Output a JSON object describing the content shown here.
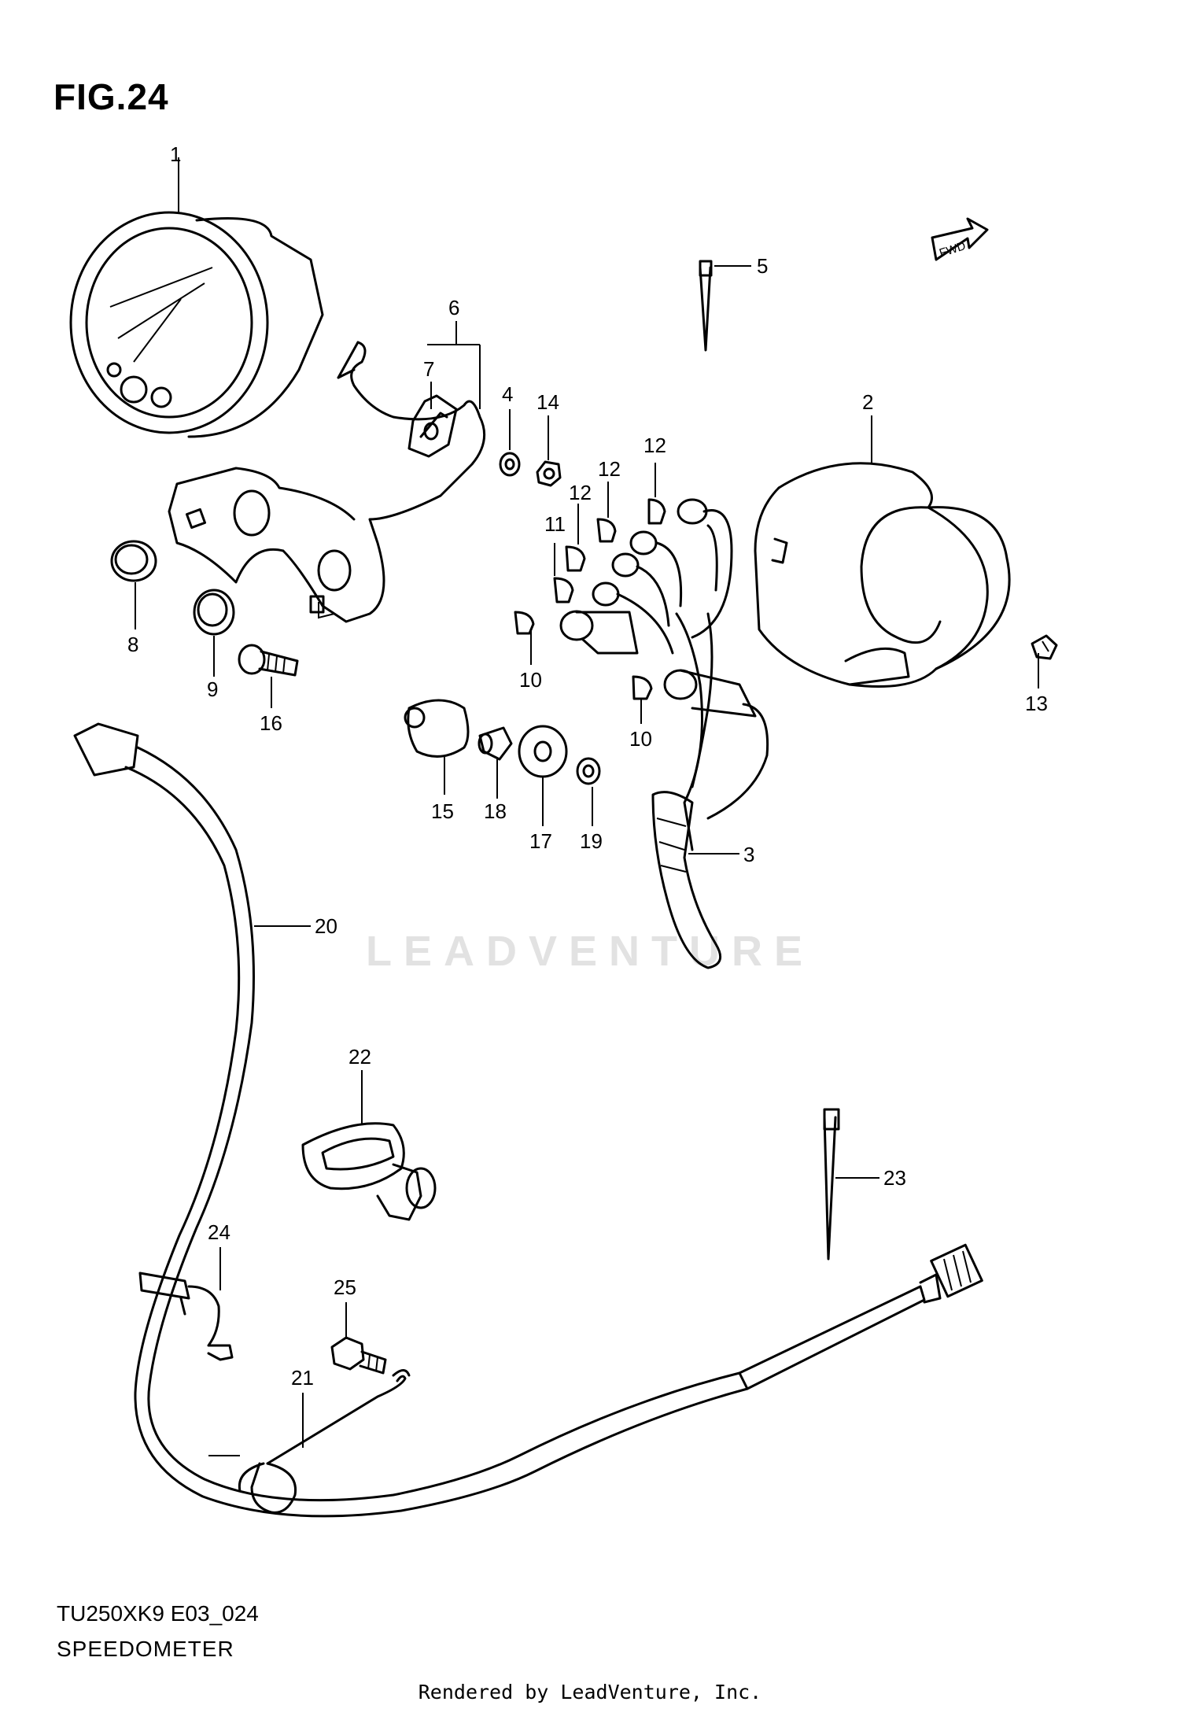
{
  "figure": {
    "title": "FIG.24"
  },
  "footer": {
    "code": "TU250XK9 E03_024",
    "name": "SPEEDOMETER",
    "rendered_by": "Rendered by LeadVenture, Inc."
  },
  "watermark": "LEADVENTURE",
  "fwd_label": "FWD",
  "callouts": [
    "1",
    "2",
    "3",
    "4",
    "5",
    "6",
    "7",
    "8",
    "9",
    "10",
    "10",
    "11",
    "12",
    "12",
    "12",
    "13",
    "14",
    "15",
    "16",
    "17",
    "18",
    "19",
    "20",
    "21",
    "22",
    "23",
    "24",
    "25"
  ]
}
